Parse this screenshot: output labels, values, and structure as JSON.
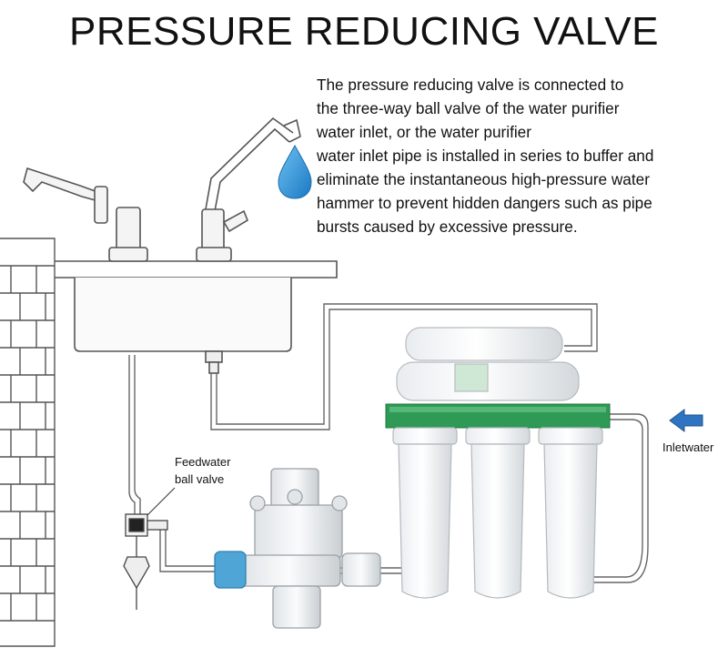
{
  "title": "PRESSURE REDUCING VALVE",
  "description_lines": [
    "The pressure reducing valve is connected to",
    "the three-way ball valve of the water purifier",
    "water inlet, or the water purifier",
    "water inlet pipe is installed in series to buffer and",
    "eliminate the instantaneous high-pressure water",
    "hammer to prevent hidden dangers such as pipe",
    "bursts caused by excessive pressure."
  ],
  "labels": {
    "feedwater_line1": "Feedwater",
    "feedwater_line2": "ball valve",
    "inlet": "Inletwater"
  },
  "colors": {
    "water_drop": "#2a8fd6",
    "filter_plate": "#2e9a55",
    "inlet_arrow": "#2f74c0",
    "line": "#555555"
  }
}
